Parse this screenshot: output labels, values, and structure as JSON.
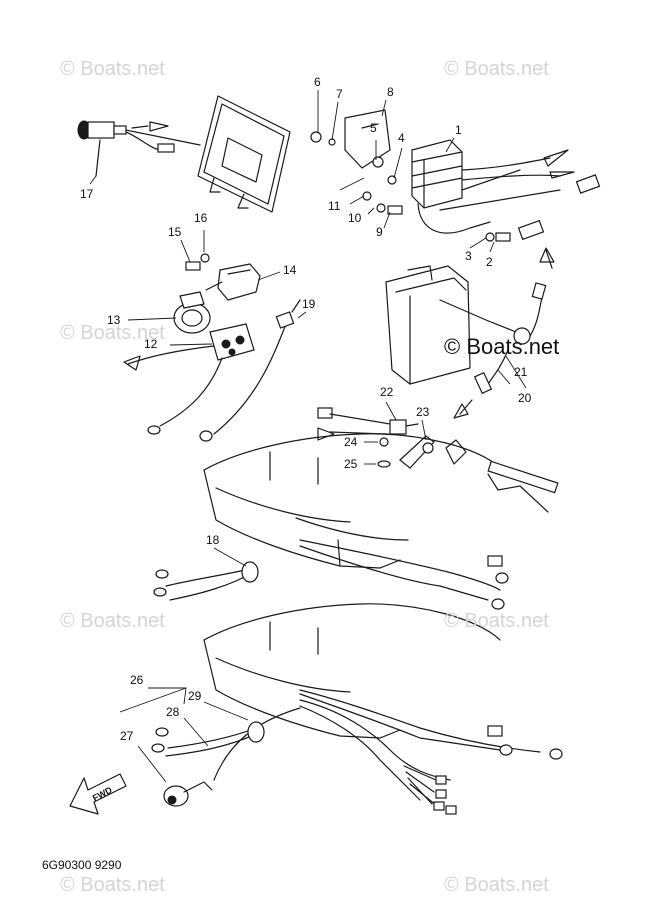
{
  "watermarks": {
    "corner": "© Boats.net",
    "center": "© Boats.net"
  },
  "callouts": [
    "1",
    "2",
    "3",
    "4",
    "5",
    "6",
    "7",
    "8",
    "9",
    "10",
    "11",
    "12",
    "13",
    "14",
    "15",
    "16",
    "17",
    "18",
    "19",
    "20",
    "21",
    "22",
    "23",
    "24",
    "25",
    "26",
    "27",
    "28",
    "29"
  ],
  "fwd_label": "FWD",
  "diagram_code": "6G90300 9290"
}
